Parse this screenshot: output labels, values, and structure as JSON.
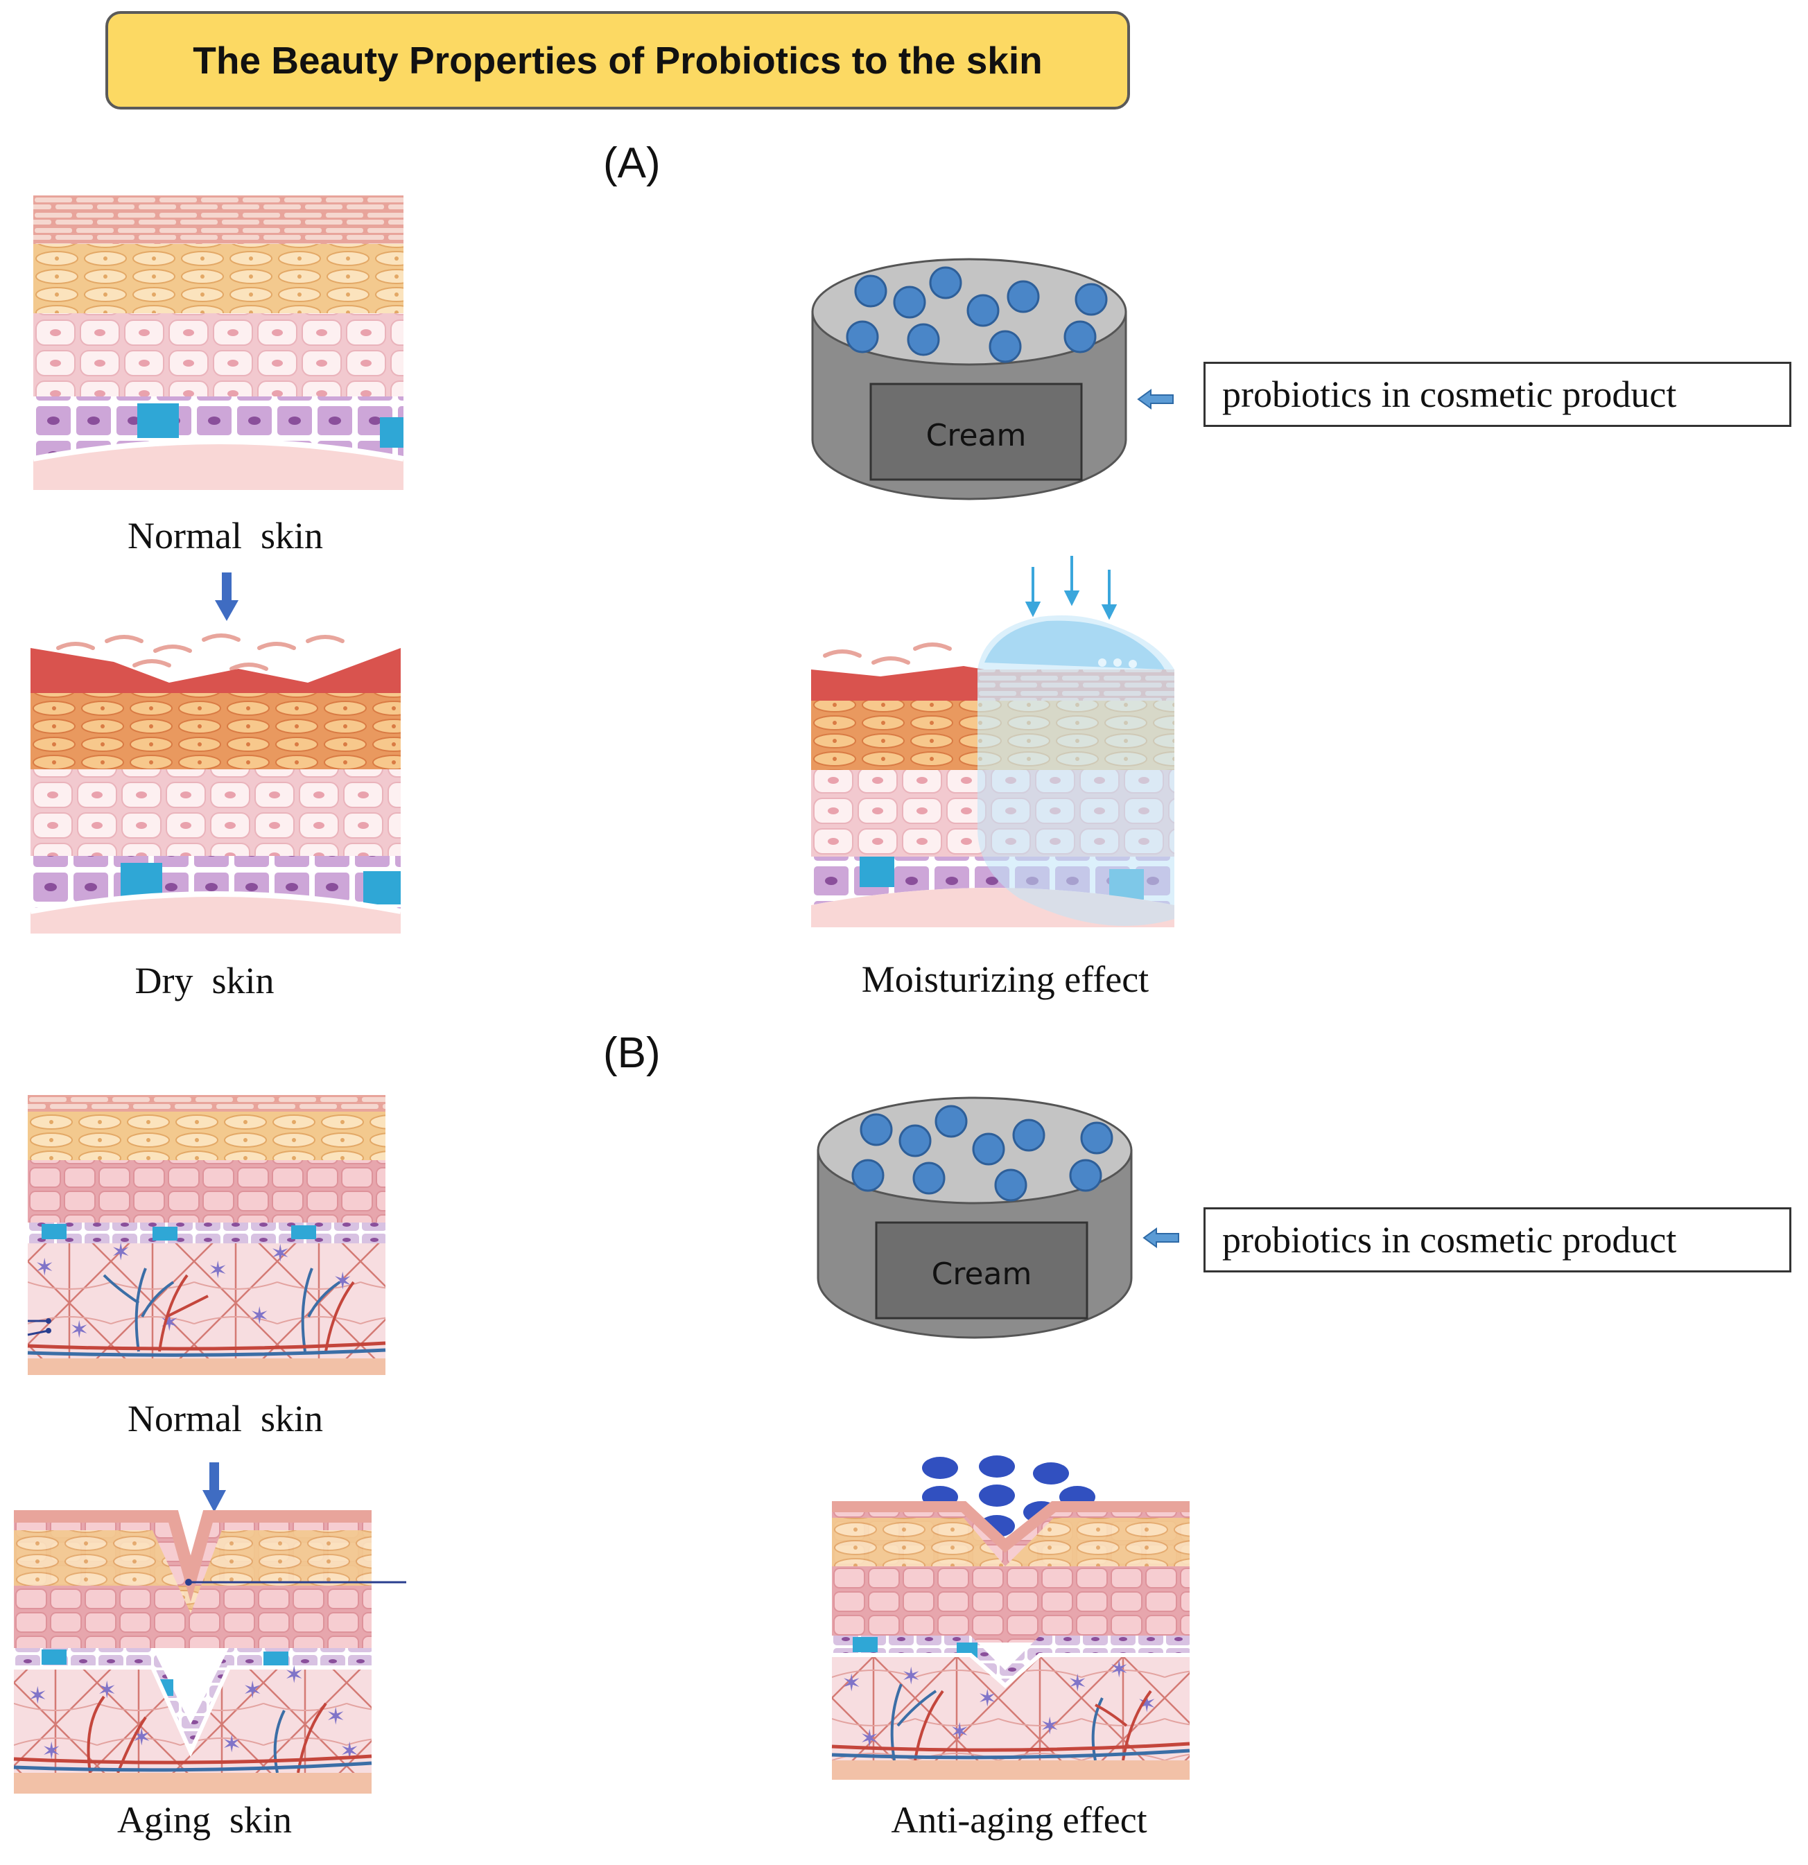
{
  "title": "The Beauty Properties of Probiotics to the skin",
  "panel_a": {
    "label": "(A)",
    "normal_caption": "Normal  skin",
    "dry_caption": "Dry  skin",
    "cream_label": "Cream",
    "product_label": "probiotics in cosmetic product",
    "effect_caption": "Moisturizing effect"
  },
  "panel_b": {
    "label": "(B)",
    "normal_caption": "Normal  skin",
    "aging_caption": "Aging  skin",
    "cream_label": "Cream",
    "product_label": "probiotics in cosmetic product",
    "effect_caption": "Anti-aging effect"
  },
  "colors": {
    "title_fill": "#fcd963",
    "probiotic_blue": "#4a86c8",
    "arrow_blue": "#3f6cc2",
    "jar_grey": "#8c8c8c"
  }
}
